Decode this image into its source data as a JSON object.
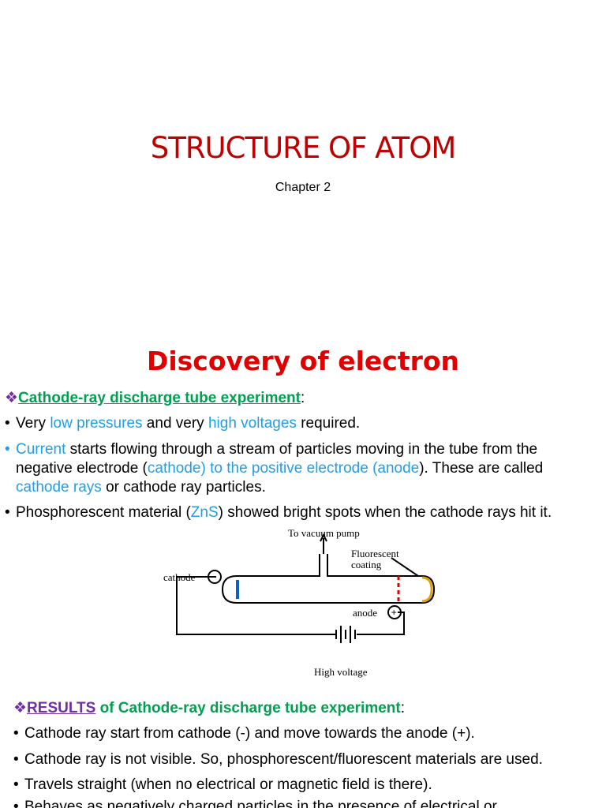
{
  "slide1": {
    "title": "STRUCTURE OF ATOM",
    "subtitle": "Chapter 2"
  },
  "slide2": {
    "heading": "Discovery of electron",
    "section_marker": "❖",
    "section_title": "Cathode-ray discharge tube experiment",
    "section_colon": ":",
    "bullet_symbol": "•",
    "b1": {
      "p1": "Very ",
      "h1": "low pressures",
      "p2": " and very ",
      "h2": "high voltages",
      "p3": " required."
    },
    "b2": {
      "h1": "Current",
      "p1": " starts flowing through a stream of particles moving in the tube from the",
      "p2": "negative electrode (",
      "h2": "cathode) to the positive electrode (anode",
      "p3": "). These are called",
      "h3": "cathode rays",
      "p4": " or cathode ray particles."
    },
    "b3": {
      "p1": "Phosphorescent material (",
      "h1": "ZnS",
      "p2": ") showed bright spots when the cathode rays hit it."
    },
    "diagram": {
      "pump_label": "To vacuum pump",
      "coating_label_1": "Fluorescent",
      "coating_label_2": "coating",
      "cathode_label": "cathode",
      "anode_label": "anode",
      "voltage_label": "High voltage",
      "minus_sign": "−",
      "plus_sign": "+"
    },
    "results": {
      "marker": "❖",
      "title_underlined": "RESULTS",
      "title_rest": " of Cathode-ray discharge tube experiment",
      "colon": ":",
      "items": [
        "Cathode ray start from cathode (-) and move towards the anode (+).",
        "Cathode ray is not visible. So, phosphorescent/fluorescent materials are used.",
        "Travels straight (when no electrical or magnetic field is there).",
        "Behaves as negatively charged particles in the presence of electrical or"
      ]
    }
  }
}
